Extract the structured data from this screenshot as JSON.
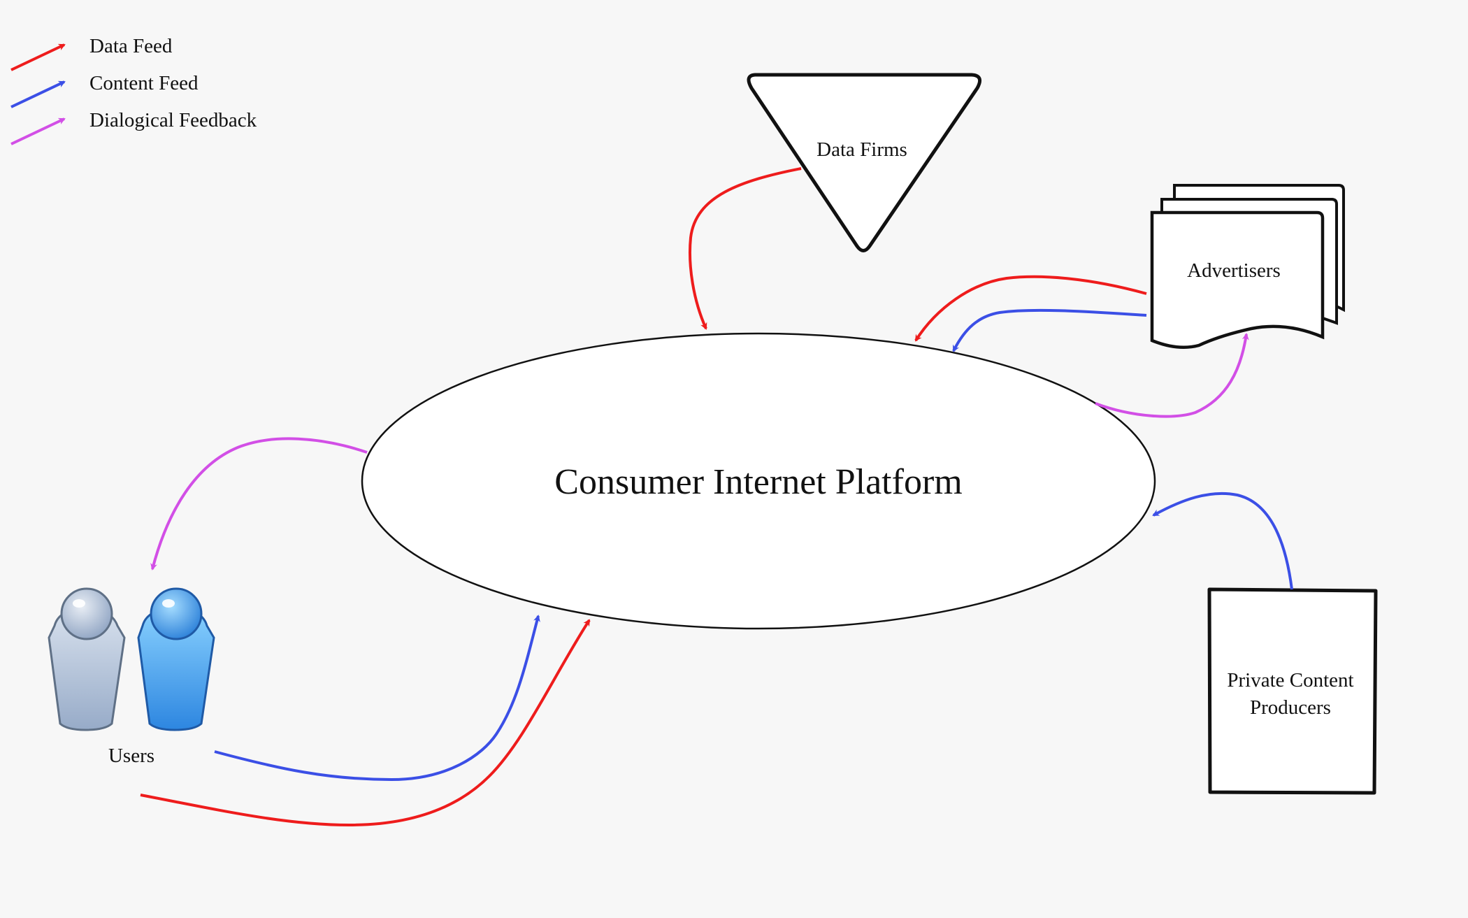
{
  "legend": {
    "items": [
      {
        "label": "Data Feed",
        "color": "#ee1c1c"
      },
      {
        "label": "Content Feed",
        "color": "#3b4fe6"
      },
      {
        "label": "Dialogical Feedback",
        "color": "#d24fe6"
      }
    ]
  },
  "nodes": {
    "platform": "Consumer Internet Platform",
    "data_firms": "Data Firms",
    "advertisers": "Advertisers",
    "producers_line1": "Private Content",
    "producers_line2": "Producers",
    "users": "Users"
  },
  "colors": {
    "data_feed": "#ee1c1c",
    "content_feed": "#3b4fe6",
    "dialogical_feedback": "#d24fe6",
    "user_gray": "#a9bad2",
    "user_blue": "#3f96e6"
  }
}
